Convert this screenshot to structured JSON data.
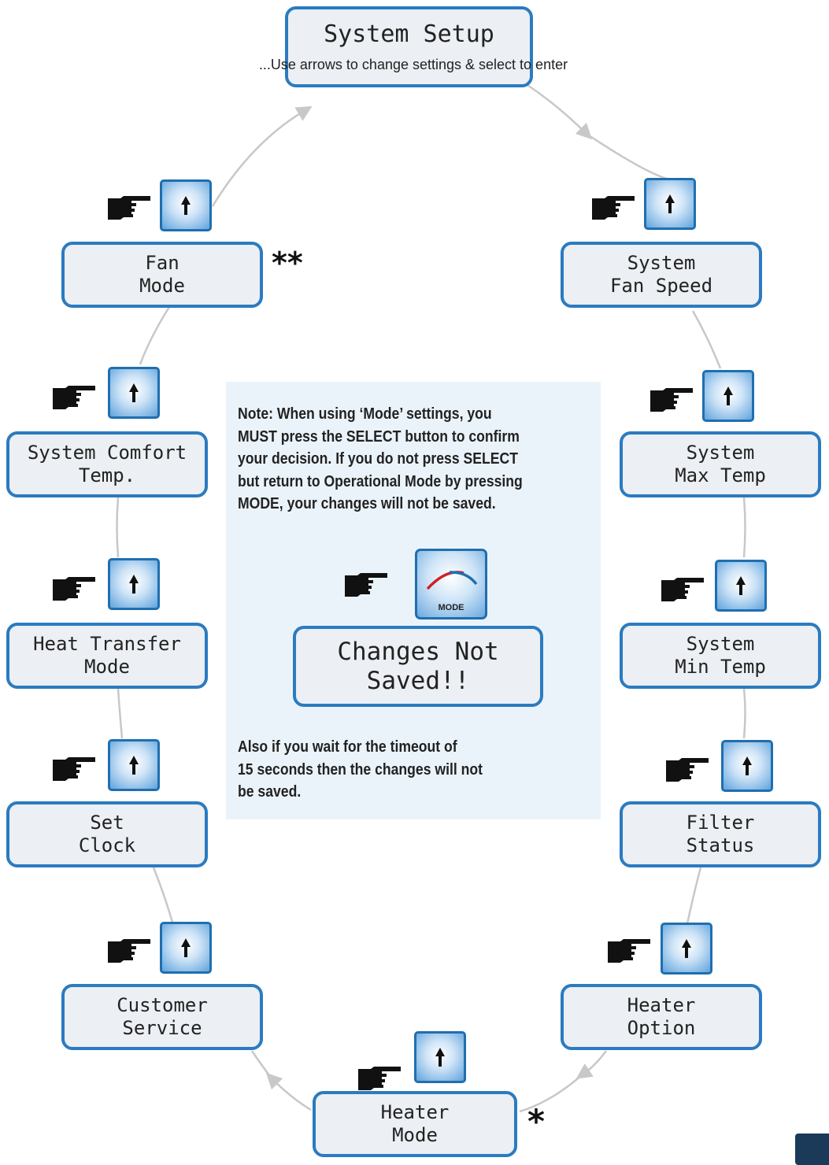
{
  "header": {
    "title": "System Setup",
    "subtitle": "...Use arrows to change settings & select to enter"
  },
  "left_column": [
    {
      "line1": "Fan",
      "line2": "Mode"
    },
    {
      "line1": "System Comfort",
      "line2": "Temp."
    },
    {
      "line1": "Heat Transfer",
      "line2": "Mode"
    },
    {
      "line1": "Set",
      "line2": "Clock"
    },
    {
      "line1": "Customer",
      "line2": "Service"
    }
  ],
  "right_column": [
    {
      "line1": "System",
      "line2": "Fan Speed"
    },
    {
      "line1": "System",
      "line2": "Max Temp"
    },
    {
      "line1": "System",
      "line2": "Min Temp"
    },
    {
      "line1": "Filter",
      "line2": "Status"
    },
    {
      "line1": "Heater",
      "line2": "Option"
    }
  ],
  "bottom": {
    "line1": "Heater",
    "line2": "Mode"
  },
  "markers": {
    "fan_mode": "**",
    "heater_mode": "*"
  },
  "note": {
    "lines": [
      "Note: When using ‘Mode’ settings, you",
      "MUST press the SELECT button to confirm",
      "your decision. If you do not press SELECT",
      "but return to Operational Mode by pressing",
      "MODE, your changes will not be saved."
    ],
    "mode_button_label": "MODE",
    "result_line1": "Changes Not",
    "result_line2": "Saved!!",
    "timeout_lines": [
      "Also if you wait for the timeout of",
      "15 seconds then the changes will not",
      "be saved."
    ]
  },
  "icons": {
    "up_button": "up-arrow-icon",
    "pointer": "pointing-hand-icon",
    "mode": "mode-arc-icon"
  },
  "colors": {
    "border": "#2b7bc0",
    "box_fill": "#eceff3",
    "note_fill": "#ebf3fa",
    "connector": "#c8c8c8"
  }
}
